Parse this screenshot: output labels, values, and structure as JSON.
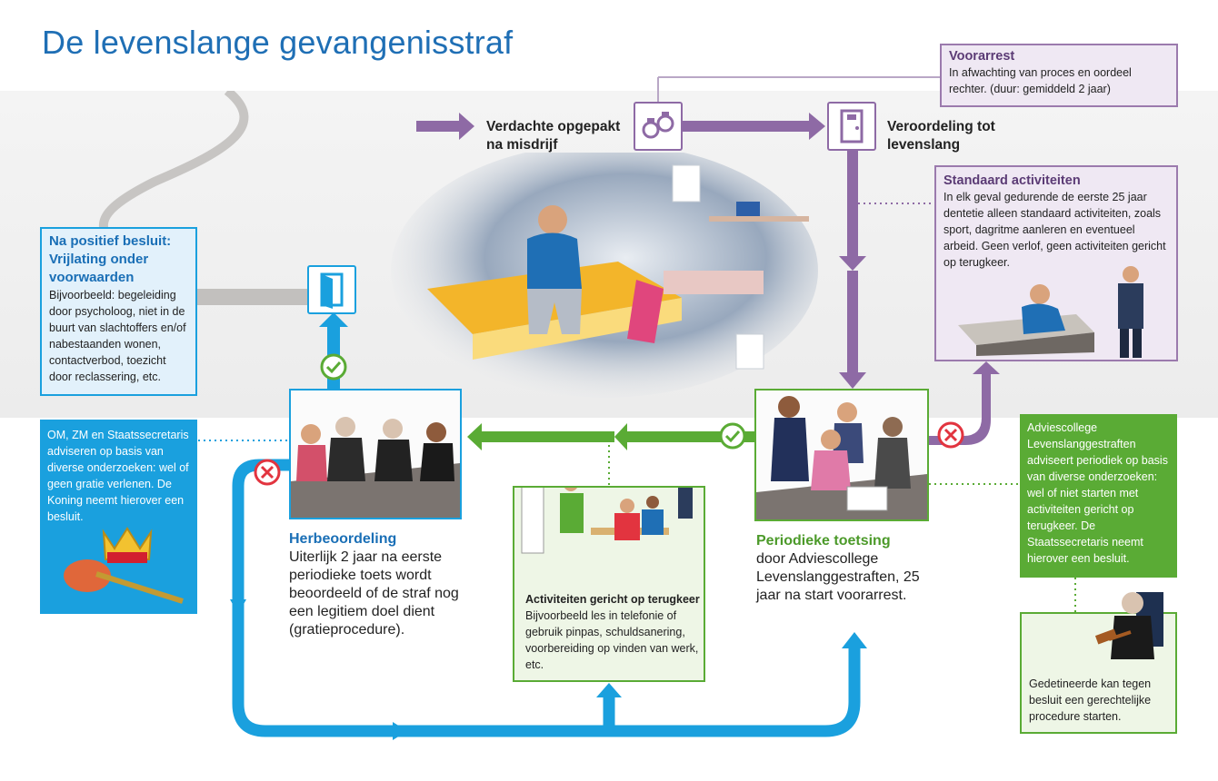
{
  "title": "De levenslange gevangenisstraf",
  "colors": {
    "purple": "#8e6aa5",
    "blue": "#1aa0de",
    "green": "#5aab35",
    "title_blue": "#1f6fb5"
  },
  "steps": {
    "arrest": "Verdachte opgepakt na misdrijf",
    "conviction": "Veroordeling tot levenslang"
  },
  "voorarrest": {
    "heading": "Voorarrest",
    "text": "In afwachting van proces en oordeel rechter. (duur: gemiddeld 2 jaar)"
  },
  "standaard": {
    "heading": "Standaard activiteiten",
    "text": "In elk geval gedurende de eerste 25 jaar dentetie alleen standaard activiteiten, zoals sport, dagritme aanleren en eventueel arbeid. Geen verlof, geen activiteiten gericht op terugkeer."
  },
  "release": {
    "heading": "Na positief besluit: Vrijlating onder voorwaarden",
    "text": "Bijvoorbeeld: begeleiding door psycholoog, niet in de buurt van slachtoffers en/of nabestaanden wonen, contactverbod, toezicht door reclassering, etc."
  },
  "om_box": {
    "text": "OM, ZM en Staatssecretaris adviseren op basis van diverse onderzoeken: wel of geen gratie verlenen. De Koning neemt hierover een besluit."
  },
  "herbeoordeling": {
    "heading": "Herbeoordeling",
    "text": "Uiterlijk 2 jaar na eerste periodieke toets wordt beoordeeld of de straf nog een legitiem doel dient (gratieprocedure)."
  },
  "activiteiten": {
    "heading": "Activiteiten gericht op terugkeer",
    "text": "Bijvoorbeeld les in telefonie of gebruik pinpas, schuldsanering, voorbereiding op vinden van werk, etc."
  },
  "periodieke": {
    "heading": "Periodieke toetsing",
    "text": "door Adviescollege Levenslanggestraften, 25 jaar na start voorarrest."
  },
  "adviescollege": {
    "text": "Adviescollege Levenslanggestraften adviseert periodiek op basis van diverse onderzoeken: wel of niet starten met activiteiten gericht op terugkeer. De Staatssecretaris neemt hierover een besluit."
  },
  "gedetineerde": {
    "text": "Gedetineerde kan tegen besluit een gerechtelijke procedure starten."
  }
}
